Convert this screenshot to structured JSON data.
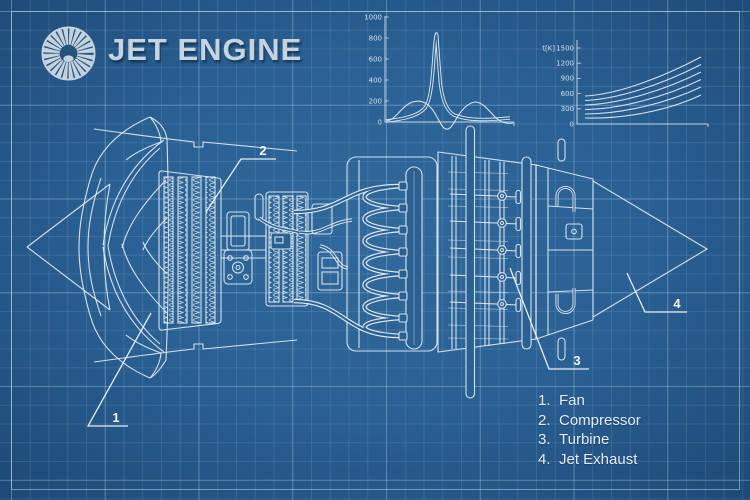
{
  "header": {
    "title": "JET ENGINE",
    "logo_icon": "turbine-fan-icon"
  },
  "chart_data": [
    {
      "type": "line",
      "title": "",
      "xlabel": "",
      "ylabel": "",
      "ylim": [
        0,
        1000
      ],
      "yticks": [
        "1000",
        "800",
        "600",
        "400",
        "200",
        "0"
      ],
      "grid": false,
      "legend_position": "none",
      "series": [
        {
          "name": "center-peak-curve",
          "x": [
            0,
            10,
            20,
            30,
            36,
            40,
            44,
            50,
            60,
            70,
            85,
            100
          ],
          "values": [
            10,
            25,
            55,
            140,
            450,
            920,
            450,
            160,
            80,
            50,
            35,
            30
          ]
        },
        {
          "name": "double-hump-curve",
          "x": [
            0,
            10,
            20,
            30,
            40,
            47,
            55,
            65,
            75,
            85,
            95,
            100
          ],
          "values": [
            5,
            60,
            180,
            170,
            40,
            -40,
            60,
            185,
            170,
            60,
            -20,
            -10
          ]
        }
      ]
    },
    {
      "type": "line",
      "title": "",
      "xlabel": "",
      "ylabel": "t[K]",
      "ylim": [
        0,
        1500
      ],
      "yticks": [
        "1500",
        "1200",
        "900",
        "600",
        "300",
        "0"
      ],
      "grid": false,
      "legend_position": "none",
      "series": [
        {
          "name": "curve-1",
          "x": [
            0,
            25,
            50,
            75,
            100
          ],
          "values": [
            560,
            640,
            790,
            1020,
            1330
          ]
        },
        {
          "name": "curve-2",
          "x": [
            0,
            25,
            50,
            75,
            100
          ],
          "values": [
            470,
            545,
            690,
            900,
            1180
          ]
        },
        {
          "name": "curve-3",
          "x": [
            0,
            25,
            50,
            75,
            100
          ],
          "values": [
            380,
            455,
            590,
            790,
            1030
          ]
        },
        {
          "name": "curve-4",
          "x": [
            0,
            25,
            50,
            75,
            100
          ],
          "values": [
            300,
            370,
            500,
            680,
            890
          ]
        },
        {
          "name": "curve-5",
          "x": [
            0,
            25,
            50,
            75,
            100
          ],
          "values": [
            220,
            285,
            400,
            560,
            740
          ]
        },
        {
          "name": "curve-6",
          "x": [
            0,
            25,
            50,
            75,
            100
          ],
          "values": [
            140,
            200,
            300,
            430,
            570
          ]
        }
      ]
    }
  ],
  "callouts": [
    "1",
    "2",
    "3",
    "4"
  ],
  "legend": {
    "items": [
      {
        "num": "1.",
        "label": "Fan"
      },
      {
        "num": "2.",
        "label": "Compressor"
      },
      {
        "num": "3.",
        "label": "Turbine"
      },
      {
        "num": "4.",
        "label": "Jet Exhaust"
      }
    ]
  },
  "colors": {
    "background_center": "#30699b",
    "background_edge": "#173f6a",
    "grid_line": "#a8c8e0",
    "line_art": "#e2ecf4",
    "title_text": "#c6d4e0"
  }
}
